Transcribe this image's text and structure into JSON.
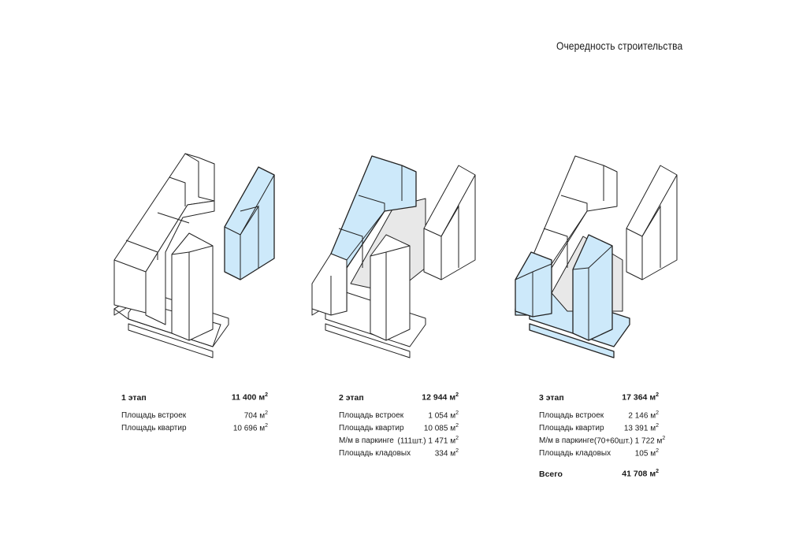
{
  "title": "Очередность строительства",
  "colors": {
    "highlight": "#cde9fa",
    "podium": "#e8e8e8",
    "stroke": "#222222",
    "building": "#ffffff"
  },
  "stages": [
    {
      "name": "1 этап",
      "total": "11 400 м",
      "rows": [
        {
          "label": "Площадь встроек",
          "value": "704 м"
        },
        {
          "label": "Площадь квартир",
          "value": "10 696 м"
        }
      ]
    },
    {
      "name": "2 этап",
      "total": "12 944 м",
      "rows": [
        {
          "label": "Площадь встроек",
          "value": "1 054 м"
        },
        {
          "label": "Площадь квартир",
          "value": "10 085 м"
        },
        {
          "label": "М/м в паркинге",
          "value": "(111шт.) 1 471 м"
        },
        {
          "label": "Площадь кладовых",
          "value": "334 м"
        }
      ]
    },
    {
      "name": "3 этап",
      "total": "17 364 м",
      "rows": [
        {
          "label": "Площадь встроек",
          "value": "2 146 м"
        },
        {
          "label": "Площадь квартир",
          "value": "13 391 м"
        },
        {
          "label": "М/м в паркинге",
          "value": "(70+60шт.) 1 722 м"
        },
        {
          "label": "Площадь кладовых",
          "value": "105 м"
        }
      ]
    }
  ],
  "summary": {
    "label": "Всего",
    "value": "41 708 м"
  },
  "unit_superscript": "2"
}
